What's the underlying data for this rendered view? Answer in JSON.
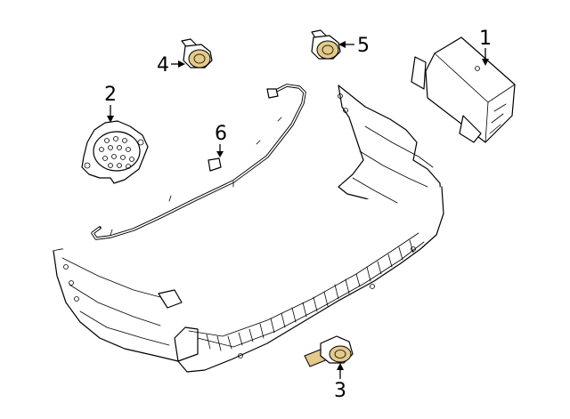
{
  "callouts": {
    "c1": "1",
    "c2": "2",
    "c3": "3",
    "c4": "4",
    "c5": "5",
    "c6": "6"
  },
  "colors": {
    "line": "#000000",
    "sensor_highlight": "#e3c98a",
    "background": "#ffffff"
  }
}
